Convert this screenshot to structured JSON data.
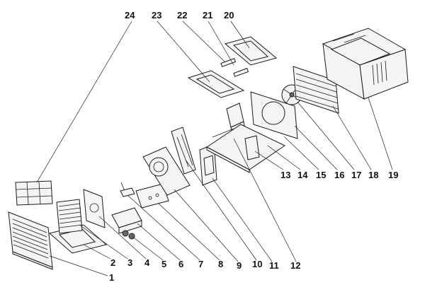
{
  "diagram": {
    "callouts": [
      "1",
      "2",
      "3",
      "4",
      "5",
      "6",
      "7",
      "8",
      "9",
      "10",
      "11",
      "12",
      "13",
      "14",
      "15",
      "16",
      "17",
      "18",
      "19",
      "20",
      "21",
      "22",
      "23",
      "24"
    ],
    "colors": {
      "ink": "#1a1a1a",
      "paper": "#ffffff",
      "fill": "#f4f4f4",
      "shade": "#6a6a6a"
    }
  }
}
